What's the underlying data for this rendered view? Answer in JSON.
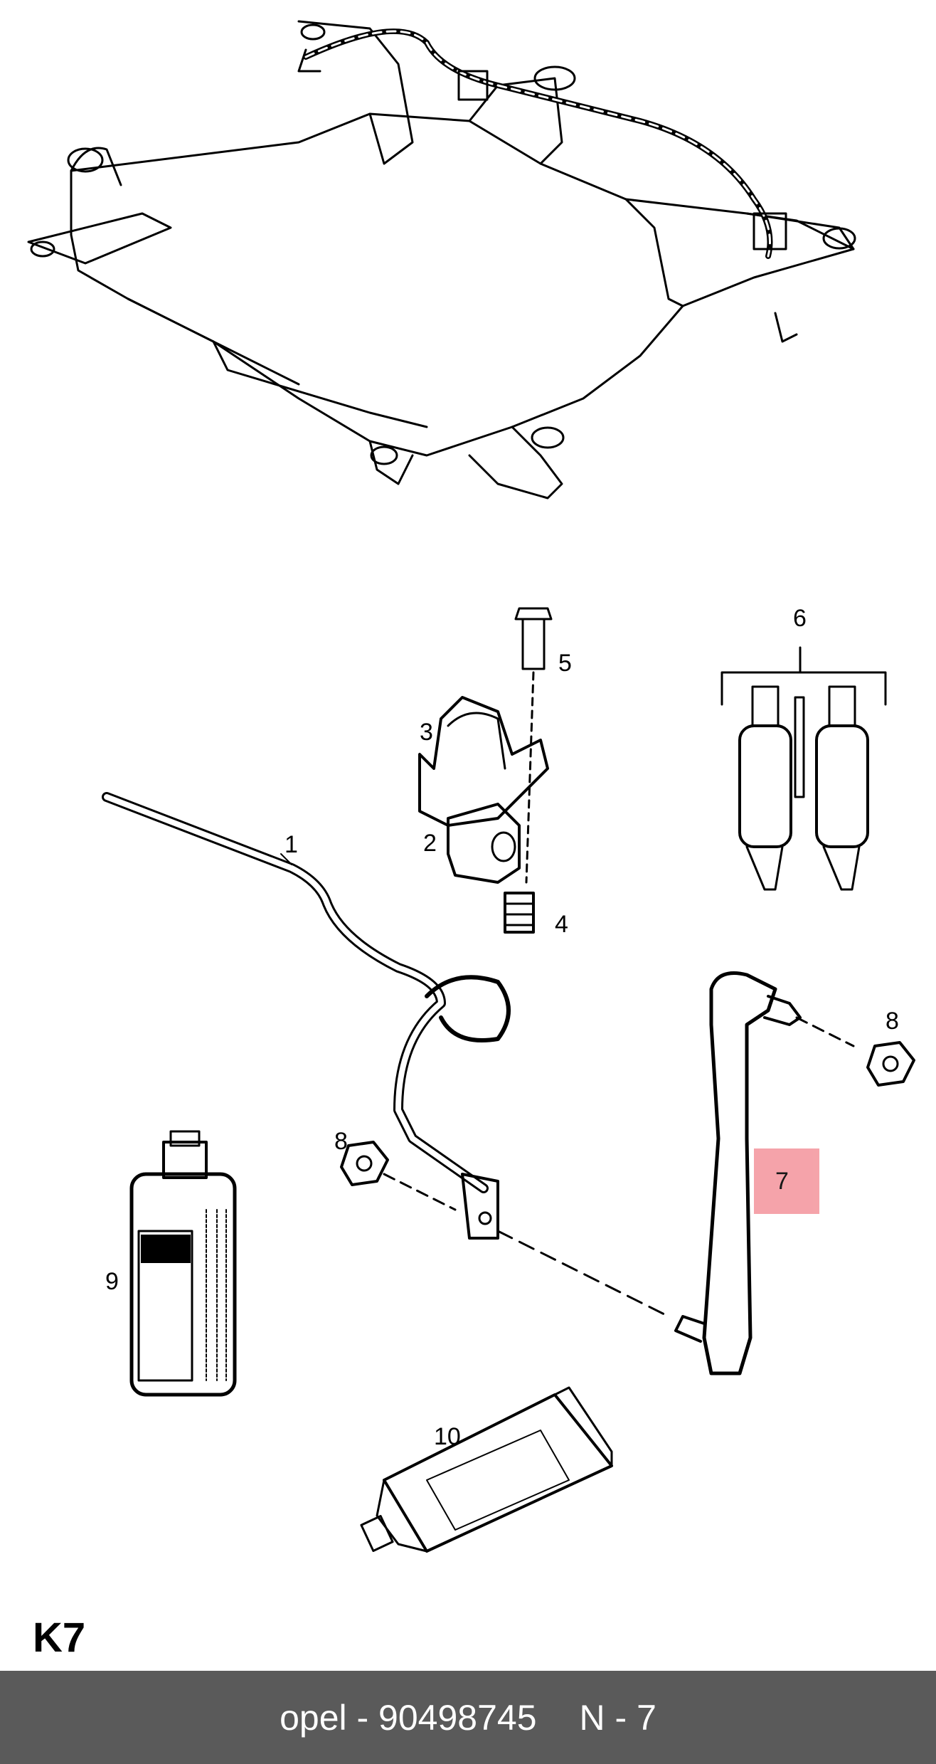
{
  "diagram": {
    "section_code": "K7",
    "callouts": {
      "c1": "1",
      "c2": "2",
      "c3": "3",
      "c4": "4",
      "c5": "5",
      "c6": "6",
      "c7": "7",
      "c8a": "8",
      "c8b": "8",
      "c9": "9",
      "c10": "10"
    },
    "highlight_color": "#f49aa1"
  },
  "footer": {
    "part": "opel - 90498745",
    "ref": "N - 7",
    "background": "#5a5a5a"
  }
}
